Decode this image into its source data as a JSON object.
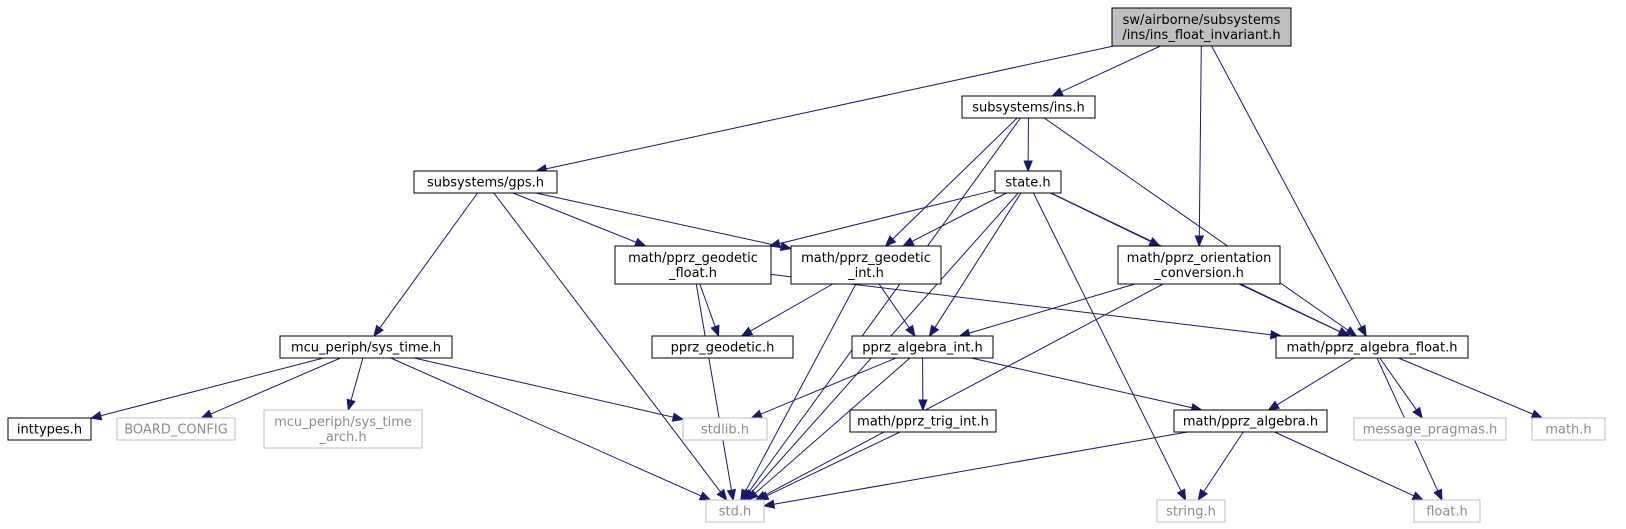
{
  "nodes": [
    {
      "id": "root",
      "lines": [
        "sw/airborne/subsystems",
        "/ins/ins_float_invariant.h"
      ],
      "kind": "root"
    },
    {
      "id": "subsystems-ins",
      "lines": [
        "subsystems/ins.h"
      ],
      "kind": "normal"
    },
    {
      "id": "subsystems-gps",
      "lines": [
        "subsystems/gps.h"
      ],
      "kind": "normal"
    },
    {
      "id": "state",
      "lines": [
        "state.h"
      ],
      "kind": "normal"
    },
    {
      "id": "geodetic-float",
      "lines": [
        "math/pprz_geodetic",
        "_float.h"
      ],
      "kind": "normal"
    },
    {
      "id": "geodetic-int",
      "lines": [
        "math/pprz_geodetic",
        "_int.h"
      ],
      "kind": "normal"
    },
    {
      "id": "orientation-conversion",
      "lines": [
        "math/pprz_orientation",
        "_conversion.h"
      ],
      "kind": "normal"
    },
    {
      "id": "sys-time",
      "lines": [
        "mcu_periph/sys_time.h"
      ],
      "kind": "normal"
    },
    {
      "id": "pprz-geodetic",
      "lines": [
        "pprz_geodetic.h"
      ],
      "kind": "normal"
    },
    {
      "id": "algebra-int",
      "lines": [
        "pprz_algebra_int.h"
      ],
      "kind": "normal"
    },
    {
      "id": "algebra-float",
      "lines": [
        "math/pprz_algebra_float.h"
      ],
      "kind": "normal"
    },
    {
      "id": "inttypes",
      "lines": [
        "inttypes.h"
      ],
      "kind": "normal"
    },
    {
      "id": "board-config",
      "lines": [
        "BOARD_CONFIG"
      ],
      "kind": "external"
    },
    {
      "id": "sys-time-arch",
      "lines": [
        "mcu_periph/sys_time",
        "_arch.h"
      ],
      "kind": "external"
    },
    {
      "id": "stdlib",
      "lines": [
        "stdlib.h"
      ],
      "kind": "external"
    },
    {
      "id": "trig-int",
      "lines": [
        "math/pprz_trig_int.h"
      ],
      "kind": "normal"
    },
    {
      "id": "pprz-algebra",
      "lines": [
        "math/pprz_algebra.h"
      ],
      "kind": "normal"
    },
    {
      "id": "message-pragmas",
      "lines": [
        "message_pragmas.h"
      ],
      "kind": "external"
    },
    {
      "id": "math",
      "lines": [
        "math.h"
      ],
      "kind": "external"
    },
    {
      "id": "std",
      "lines": [
        "std.h"
      ],
      "kind": "external"
    },
    {
      "id": "string",
      "lines": [
        "string.h"
      ],
      "kind": "external"
    },
    {
      "id": "float",
      "lines": [
        "float.h"
      ],
      "kind": "external"
    }
  ],
  "edges": [
    [
      "root",
      "subsystems-gps"
    ],
    [
      "root",
      "subsystems-ins"
    ],
    [
      "root",
      "orientation-conversion"
    ],
    [
      "root",
      "algebra-float"
    ],
    [
      "subsystems-ins",
      "std"
    ],
    [
      "subsystems-ins",
      "state"
    ],
    [
      "subsystems-ins",
      "geodetic-int"
    ],
    [
      "subsystems-ins",
      "algebra-float"
    ],
    [
      "subsystems-gps",
      "std"
    ],
    [
      "subsystems-gps",
      "geodetic-float"
    ],
    [
      "subsystems-gps",
      "geodetic-int"
    ],
    [
      "subsystems-gps",
      "sys-time"
    ],
    [
      "state",
      "geodetic-float"
    ],
    [
      "state",
      "geodetic-int"
    ],
    [
      "state",
      "algebra-int"
    ],
    [
      "state",
      "std"
    ],
    [
      "state",
      "string"
    ],
    [
      "state",
      "orientation-conversion"
    ],
    [
      "state",
      "algebra-float"
    ],
    [
      "geodetic-float",
      "pprz-geodetic"
    ],
    [
      "geodetic-float",
      "std"
    ],
    [
      "geodetic-float",
      "algebra-float"
    ],
    [
      "geodetic-int",
      "pprz-geodetic"
    ],
    [
      "geodetic-int",
      "algebra-int"
    ],
    [
      "geodetic-int",
      "std"
    ],
    [
      "orientation-conversion",
      "algebra-int"
    ],
    [
      "orientation-conversion",
      "algebra-float"
    ],
    [
      "orientation-conversion",
      "std"
    ],
    [
      "sys-time",
      "inttypes"
    ],
    [
      "sys-time",
      "board-config"
    ],
    [
      "sys-time",
      "sys-time-arch"
    ],
    [
      "sys-time",
      "stdlib"
    ],
    [
      "sys-time",
      "std"
    ],
    [
      "algebra-int",
      "stdlib"
    ],
    [
      "algebra-int",
      "std"
    ],
    [
      "algebra-int",
      "trig-int"
    ],
    [
      "algebra-int",
      "pprz-algebra"
    ],
    [
      "algebra-float",
      "pprz-algebra"
    ],
    [
      "algebra-float",
      "message-pragmas"
    ],
    [
      "algebra-float",
      "math"
    ],
    [
      "algebra-float",
      "float"
    ],
    [
      "trig-int",
      "std"
    ],
    [
      "pprz-algebra",
      "std"
    ],
    [
      "pprz-algebra",
      "string"
    ],
    [
      "pprz-algebra",
      "float"
    ]
  ]
}
